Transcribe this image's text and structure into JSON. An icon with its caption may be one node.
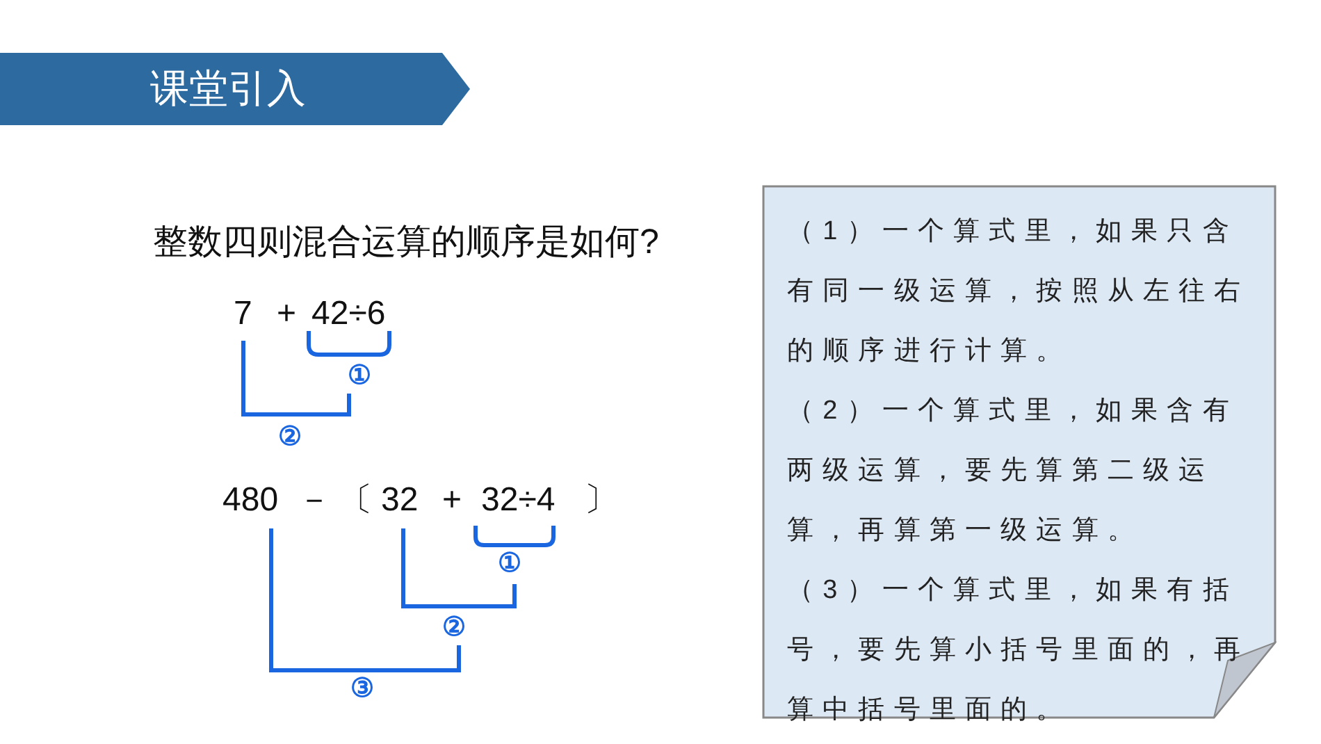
{
  "diagram": {
    "title": "课堂引入",
    "nodes": [
      {
        "text": [
          "（1）一个算式里，如果只含有同一级运算，按照从左往右的顺序进行计算。",
          "（2）一个算式里，如果含有两级运算，要先算第二级运算，再算第一级运算。",
          "（3）一个算式里，如果有括号，要先算小括号里面的，再算中括号里面的。"
        ]
      }
    ],
    "labels": [
      "整数四则混合运算的顺序是如何?",
      "7",
      "+",
      "42÷6",
      "①",
      "②",
      "480",
      "－",
      "〔",
      "32",
      "+",
      "32÷4",
      "〕",
      "①",
      "②",
      "③"
    ]
  }
}
